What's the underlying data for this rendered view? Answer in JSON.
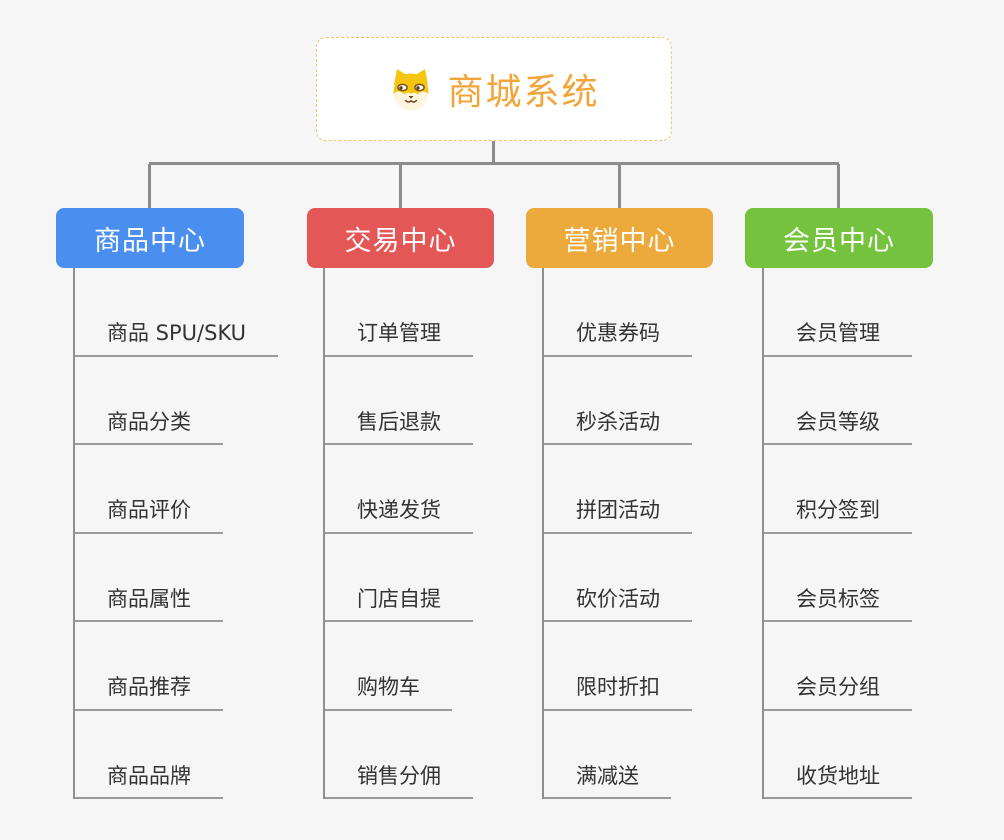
{
  "root_node": {
    "icon": "shiba-dog-icon",
    "title": "商城系统"
  },
  "colors": {
    "background": "#f6f6f6",
    "root_border": "#f0c573",
    "root_title": "#f2a53a",
    "connector": "#8c8c8c",
    "leaf_line": "#9a9a9a",
    "leaf_text": "#333333"
  },
  "branches": [
    {
      "label": "商品中心",
      "color": "#4a8ff0",
      "items": [
        "商品 SPU/SKU",
        "商品分类",
        "商品评价",
        "商品属性",
        "商品推荐",
        "商品品牌"
      ]
    },
    {
      "label": "交易中心",
      "color": "#e35757",
      "items": [
        "订单管理",
        "售后退款",
        "快递发货",
        "门店自提",
        "购物车",
        "销售分佣"
      ]
    },
    {
      "label": "营销中心",
      "color": "#edaa3c",
      "items": [
        "优惠券码",
        "秒杀活动",
        "拼团活动",
        "砍价活动",
        "限时折扣",
        "满减送"
      ]
    },
    {
      "label": "会员中心",
      "color": "#74c23d",
      "items": [
        "会员管理",
        "会员等级",
        "积分签到",
        "会员标签",
        "会员分组",
        "收货地址"
      ]
    }
  ]
}
